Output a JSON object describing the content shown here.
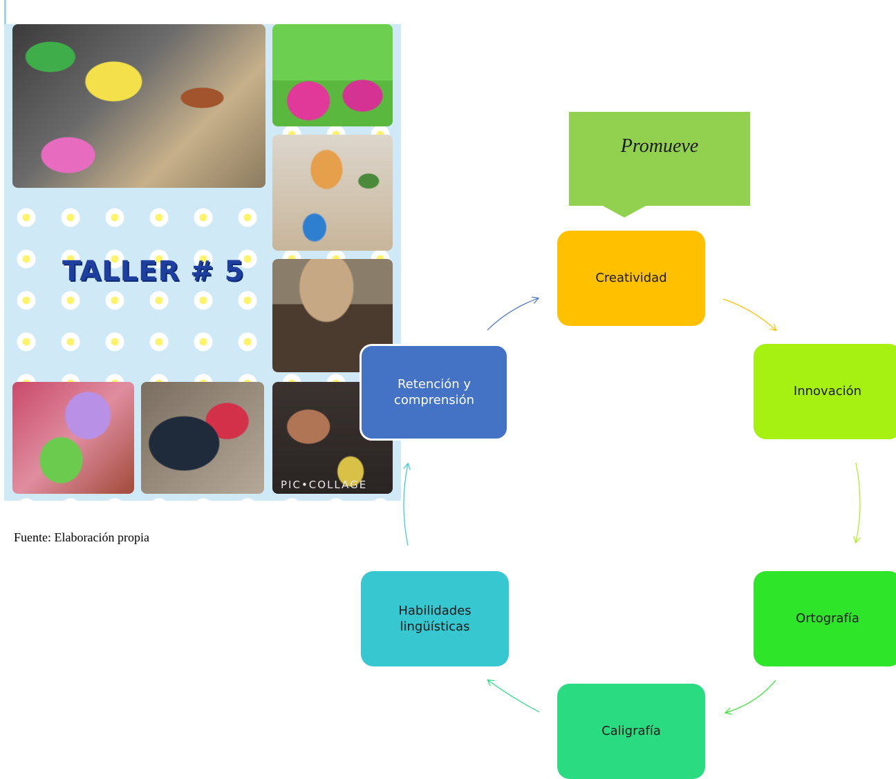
{
  "collage": {
    "title": "TALLER # 5",
    "watermark": "PIC•COLLAGE"
  },
  "source_note": "Fuente: Elaboración propia",
  "callout": {
    "text": "Promueve",
    "color": "#92d050"
  },
  "cycle": {
    "nodes": [
      {
        "label": "Creatividad",
        "color": "#ffc000"
      },
      {
        "label": "Innovación",
        "color": "#a6f012"
      },
      {
        "label": "Ortografía",
        "color": "#2ee52a"
      },
      {
        "label": "Caligrafía",
        "color": "#2bdb82"
      },
      {
        "label": "Habilidades lingüísticas",
        "color": "#36c7d0"
      },
      {
        "label": "Retención y comprensión",
        "color": "#4472c4"
      }
    ]
  }
}
